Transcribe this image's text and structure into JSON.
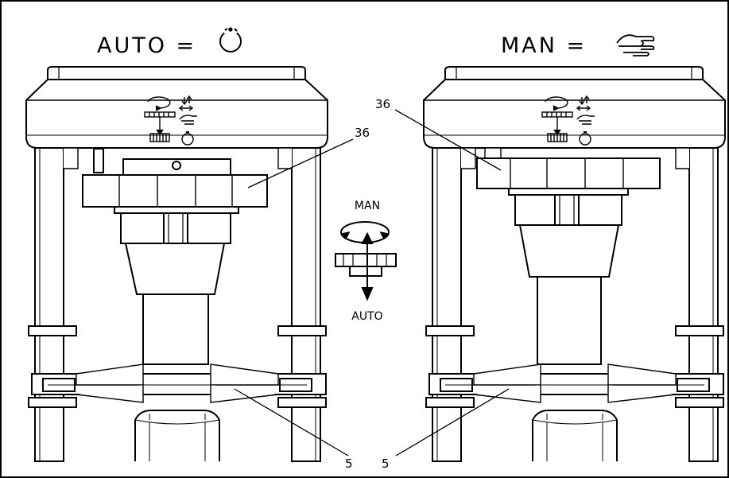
{
  "left_panel": {
    "mode_text": "AUTO =",
    "mode_icon": "rotation-circle-icon",
    "callout_ring": "36",
    "callout_shaft": "5"
  },
  "right_panel": {
    "mode_text": "MAN =",
    "mode_icon": "hand-icon",
    "callout_ring": "36",
    "callout_shaft": "5"
  },
  "center": {
    "top_label": "MAN",
    "bottom_label": "AUTO",
    "icon": "knob-push-pull-icon"
  }
}
